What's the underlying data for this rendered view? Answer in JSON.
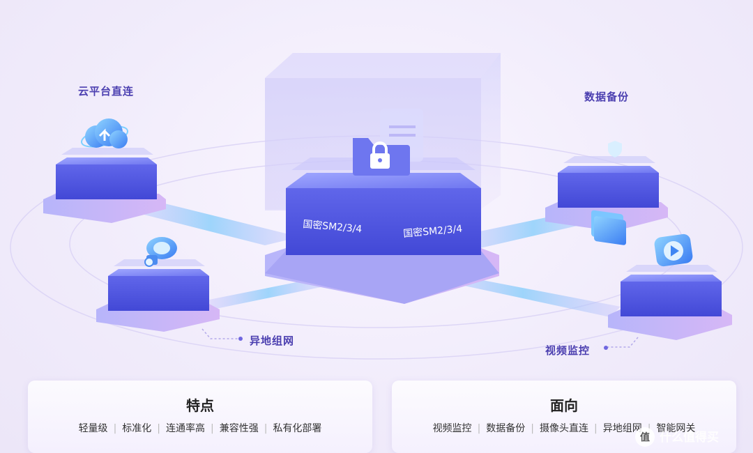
{
  "diagram": {
    "center": {
      "label_left": "国密SM2/3/4",
      "label_right": "国密SM2/3/4",
      "icon": "lock-folder-icon"
    },
    "nodes": [
      {
        "id": "cloud",
        "label": "云平台直连",
        "icon": "cloud-upload-icon"
      },
      {
        "id": "backup",
        "label": "数据备份",
        "icon": "shield-folder-icon"
      },
      {
        "id": "network",
        "label": "异地组网",
        "icon": "network-device-icon"
      },
      {
        "id": "video",
        "label": "视频监控",
        "icon": "video-play-icon"
      }
    ]
  },
  "features": {
    "title": "特点",
    "items": [
      "轻量级",
      "标准化",
      "连通率高",
      "兼容性强",
      "私有化部署"
    ]
  },
  "targets": {
    "title": "面向",
    "items": [
      "视频监控",
      "数据备份",
      "摄像头直连",
      "异地组网",
      "智能网关"
    ]
  },
  "watermark": {
    "text": "什么值得买",
    "icon": "smzdm-logo-icon"
  },
  "colors": {
    "accent": "#5b5fe8",
    "label": "#4b3fb0",
    "beam": "#7ec8f8"
  }
}
